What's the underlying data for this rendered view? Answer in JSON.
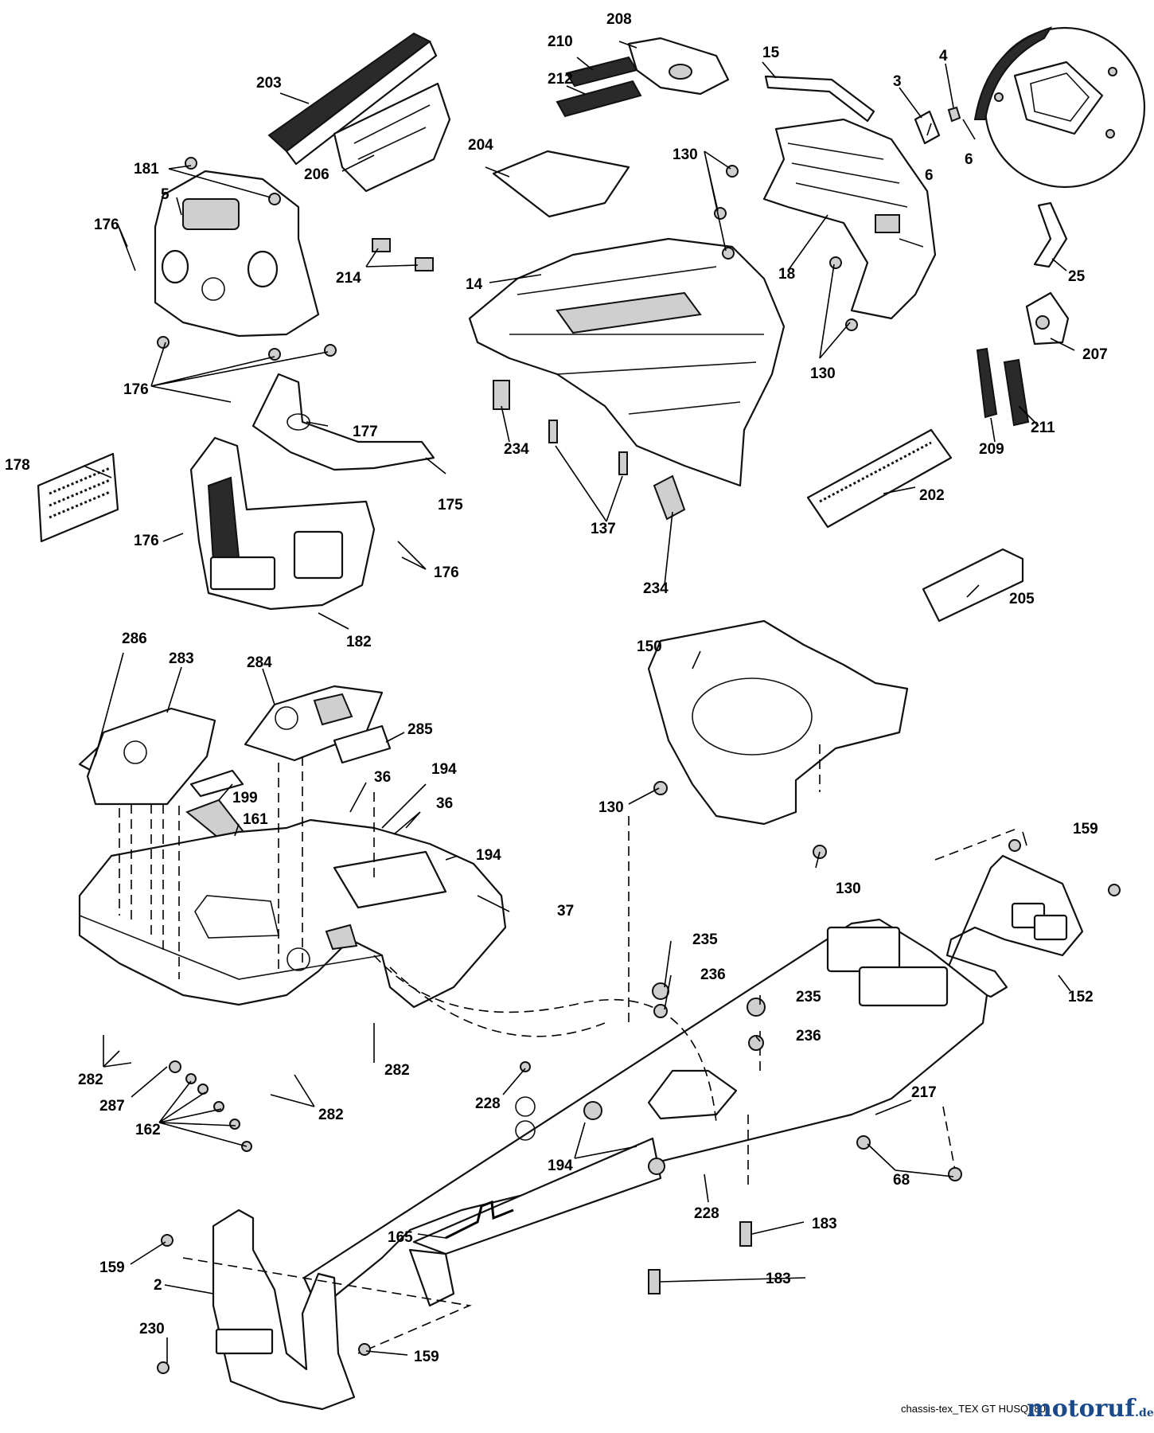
{
  "labels": {
    "l203": "203",
    "l208": "208",
    "l210": "210",
    "l212": "212",
    "l15": "15",
    "l3": "3",
    "l4": "4",
    "l6a": "6",
    "l6b": "6",
    "l181": "181",
    "l5": "5",
    "l176a": "176",
    "l206": "206",
    "l204": "204",
    "l130a": "130",
    "l18": "18",
    "l25": "25",
    "l214": "214",
    "l14": "14",
    "l207": "207",
    "l130b": "130",
    "l176b": "176",
    "l177": "177",
    "l209": "209",
    "l211": "211",
    "l178": "178",
    "l234a": "234",
    "l175": "175",
    "l202": "202",
    "l137": "137",
    "l176c": "176",
    "l176d": "176",
    "l234b": "234",
    "l205": "205",
    "l182": "182",
    "l286": "286",
    "l283": "283",
    "l284": "284",
    "l150": "150",
    "l285": "285",
    "l36a": "36",
    "l194a": "194",
    "l199": "199",
    "l161": "161",
    "l36b": "36",
    "l130c": "130",
    "l194b": "194",
    "l130d": "130",
    "l159a": "159",
    "l37": "37",
    "l235a": "235",
    "l236a": "236",
    "l235b": "235",
    "l152": "152",
    "l236b": "236",
    "l282a": "282",
    "l282b": "282",
    "l287": "287",
    "l228a": "228",
    "l282c": "282",
    "l217": "217",
    "l162": "162",
    "l194c": "194",
    "l68": "68",
    "l228b": "228",
    "l183a": "183",
    "l165": "165",
    "l159b": "159",
    "l183b": "183",
    "l2": "2",
    "l230": "230",
    "l159c": "159"
  },
  "footer": {
    "drawing_id": "chassis-tex_TEX GT HUSQ_80",
    "brand": "motoruf",
    "brand_suffix": ".de"
  }
}
